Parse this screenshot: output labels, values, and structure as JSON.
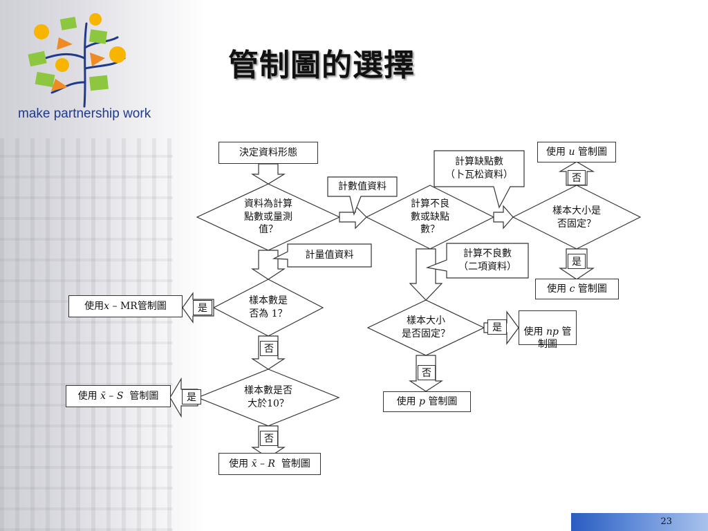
{
  "slide": {
    "title": "管制圖的選擇",
    "logo_text": "make partnership work",
    "page_number": "23"
  },
  "flowchart": {
    "start": "決定資料形態",
    "q_type": "資料為計算\n點數或量測\n值？",
    "q_defect": "計算不良\n數或缺點\n數？",
    "q_fixed_u": "樣本大小是\n否固定？",
    "q_n1": "樣本數是\n否為 1？",
    "q_n10": "樣本數是否\n大於10？",
    "q_fixed_np": "樣本大小\n是否固定？",
    "c_count": "計數值資料",
    "c_measure": "計量值資料",
    "c_poisson": "計算缺點數\n（卜瓦松資料）",
    "c_binomial": "計算不良數\n（二項資料）",
    "r_u_pre": "使用",
    "r_u_var": "u",
    "r_u_post": "管制圖",
    "r_c_pre": "使用",
    "r_c_var": "c",
    "r_c_post": "管制圖",
    "r_xmr_pre": "使用",
    "r_xmr_var": "x",
    "r_xmr_post": "– MR管制圖",
    "r_xs_pre": "使用",
    "r_xs_var": "x̄ – S",
    "r_xs_post": "管制圖",
    "r_xr_pre": "使用",
    "r_xr_var": "x̄ – R",
    "r_xr_post": "管制圖",
    "r_np_pre": "使用",
    "r_np_var": "np",
    "r_np_post": "管\n制圖",
    "r_p_pre": "使用",
    "r_p_var": "p",
    "r_p_post": "管制圖",
    "yes": "是",
    "no": "否"
  }
}
